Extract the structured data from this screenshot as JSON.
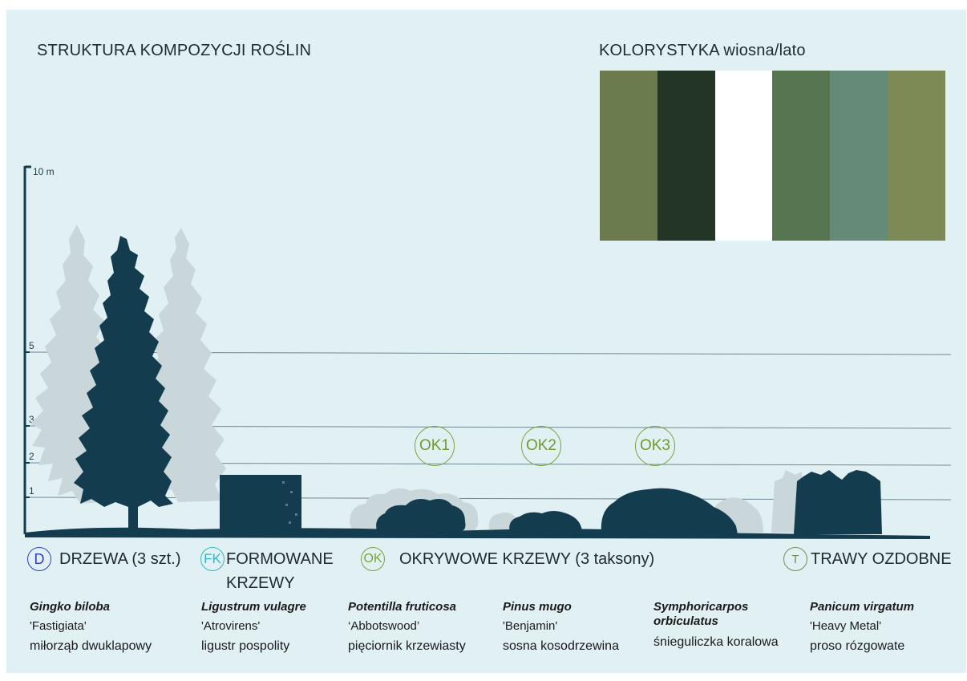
{
  "title": "STRUKTURA KOMPOZYCJI ROŚLIN",
  "palette": {
    "title": "KOLORYSTYKA wiosna/lato",
    "colors": [
      "#6b7b4e",
      "#233524",
      "#ffffff",
      "#587552",
      "#658a78",
      "#7d8a55"
    ]
  },
  "scale": {
    "top_label": "10 m",
    "levels": [
      {
        "label": "5",
        "value": 5
      },
      {
        "label": "3",
        "value": 3
      },
      {
        "label": "2",
        "value": 2
      },
      {
        "label": "1",
        "value": 1
      }
    ]
  },
  "layer_badges": [
    "OK1",
    "OK2",
    "OK3"
  ],
  "colors": {
    "silhouette": "#133c4f",
    "ghost": "#c9d6da",
    "ok_green": "#7aa33a",
    "fk_cyan": "#34b4c4",
    "d_blue": "#2f3fd0",
    "t_olive": "#7a8a52"
  },
  "legend": [
    {
      "code": "D",
      "label": "DRZEWA (3 szt.)"
    },
    {
      "code": "FK",
      "label": "FORMOWANE KRZEWY"
    },
    {
      "code": "OK",
      "label": "OKRYWOWE KRZEWY (3 taksony)"
    },
    {
      "code": "T",
      "label": "TRAWY OZDOBNE"
    }
  ],
  "species": [
    {
      "latin": "Gingko biloba",
      "cultivar": "'Fastigiata'",
      "common": "miłorząb dwuklapowy"
    },
    {
      "latin": "Ligustrum vulagre",
      "cultivar": "'Atrovirens'",
      "common": "ligustr pospolity"
    },
    {
      "latin": "Potentilla fruticosa",
      "cultivar": "‘Abbotswood’",
      "common": "pięciornik krzewiasty"
    },
    {
      "latin": "Pinus mugo",
      "cultivar": "'Benjamin'",
      "common": "sosna kosodrzewina"
    },
    {
      "latin": "Symphoricarpos orbiculatus",
      "cultivar": "",
      "common": "śnieguliczka koralowa"
    },
    {
      "latin": "Panicum virgatum",
      "cultivar": "'Heavy Metal'",
      "common": "proso rózgowate"
    }
  ]
}
